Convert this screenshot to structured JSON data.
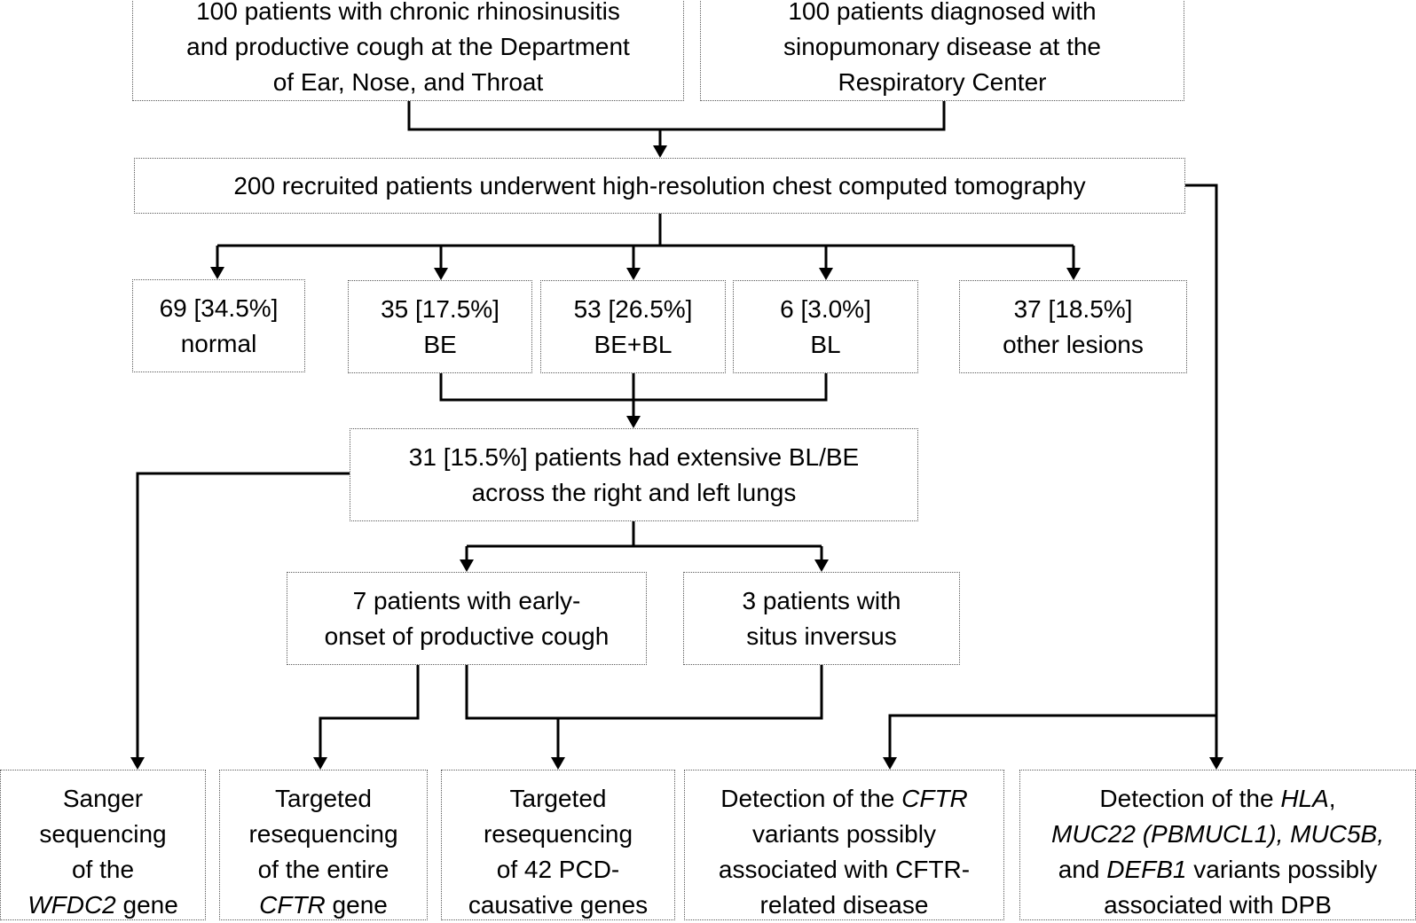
{
  "boxes": {
    "ent_cohort": {
      "lines": [
        [
          {
            "t": "100 patients with chronic rhinosinusitis"
          }
        ],
        [
          {
            "t": "and productive cough at the Department"
          }
        ],
        [
          {
            "t": "of Ear, Nose, and Throat"
          }
        ]
      ]
    },
    "resp_cohort": {
      "lines": [
        [
          {
            "t": "100 patients diagnosed with"
          }
        ],
        [
          {
            "t": "sinopumonary disease at the"
          }
        ],
        [
          {
            "t": "Respiratory Center"
          }
        ]
      ]
    },
    "recruited": {
      "lines": [
        [
          {
            "t": "200 recruited patients underwent high-resolution chest computed tomography"
          }
        ]
      ]
    },
    "normal": {
      "lines": [
        [
          {
            "t": "69 [34.5%]"
          }
        ],
        [
          {
            "t": "normal"
          }
        ]
      ]
    },
    "be": {
      "lines": [
        [
          {
            "t": "35 [17.5%]"
          }
        ],
        [
          {
            "t": "BE"
          }
        ]
      ]
    },
    "be_bl": {
      "lines": [
        [
          {
            "t": "53 [26.5%]"
          }
        ],
        [
          {
            "t": "BE+BL"
          }
        ]
      ]
    },
    "bl": {
      "lines": [
        [
          {
            "t": "6 [3.0%]"
          }
        ],
        [
          {
            "t": "BL"
          }
        ]
      ]
    },
    "other": {
      "lines": [
        [
          {
            "t": "37 [18.5%]"
          }
        ],
        [
          {
            "t": "other lesions"
          }
        ]
      ]
    },
    "extensive": {
      "lines": [
        [
          {
            "t": "31 [15.5%] patients had extensive BL/BE"
          }
        ],
        [
          {
            "t": "across the right and left lungs"
          }
        ]
      ]
    },
    "early_onset": {
      "lines": [
        [
          {
            "t": "7 patients with early-"
          }
        ],
        [
          {
            "t": "onset of productive cough"
          }
        ]
      ]
    },
    "situs": {
      "lines": [
        [
          {
            "t": "3 patients with"
          }
        ],
        [
          {
            "t": "situs inversus"
          }
        ]
      ]
    },
    "sanger": {
      "lines": [
        [
          {
            "t": "Sanger"
          }
        ],
        [
          {
            "t": "sequencing"
          }
        ],
        [
          {
            "t": "of the"
          }
        ],
        [
          {
            "t": "WFDC2",
            "i": true
          },
          {
            "t": " gene"
          }
        ]
      ]
    },
    "cftr_reseq": {
      "lines": [
        [
          {
            "t": "Targeted"
          }
        ],
        [
          {
            "t": "resequencing"
          }
        ],
        [
          {
            "t": "of the entire"
          }
        ],
        [
          {
            "t": "CFTR",
            "i": true
          },
          {
            "t": " gene"
          }
        ]
      ]
    },
    "pcd_reseq": {
      "lines": [
        [
          {
            "t": "Targeted"
          }
        ],
        [
          {
            "t": "resequencing"
          }
        ],
        [
          {
            "t": "of 42 PCD-"
          }
        ],
        [
          {
            "t": "causative genes"
          }
        ]
      ]
    },
    "cftr_detect": {
      "lines": [
        [
          {
            "t": "Detection of the "
          },
          {
            "t": "CFTR",
            "i": true
          }
        ],
        [
          {
            "t": "variants possibly"
          }
        ],
        [
          {
            "t": "associated with CFTR-"
          }
        ],
        [
          {
            "t": "related disease"
          }
        ]
      ]
    },
    "hla_detect": {
      "lines": [
        [
          {
            "t": "Detection of the "
          },
          {
            "t": "HLA",
            "i": true
          },
          {
            "t": ","
          }
        ],
        [
          {
            "t": "MUC22 (PBMUCL1), MUC5B,",
            "i": true
          }
        ],
        [
          {
            "t": "and "
          },
          {
            "t": "DEFB1",
            "i": true
          },
          {
            "t": " variants possibly"
          }
        ],
        [
          {
            "t": "associated with DPB"
          }
        ]
      ]
    }
  }
}
